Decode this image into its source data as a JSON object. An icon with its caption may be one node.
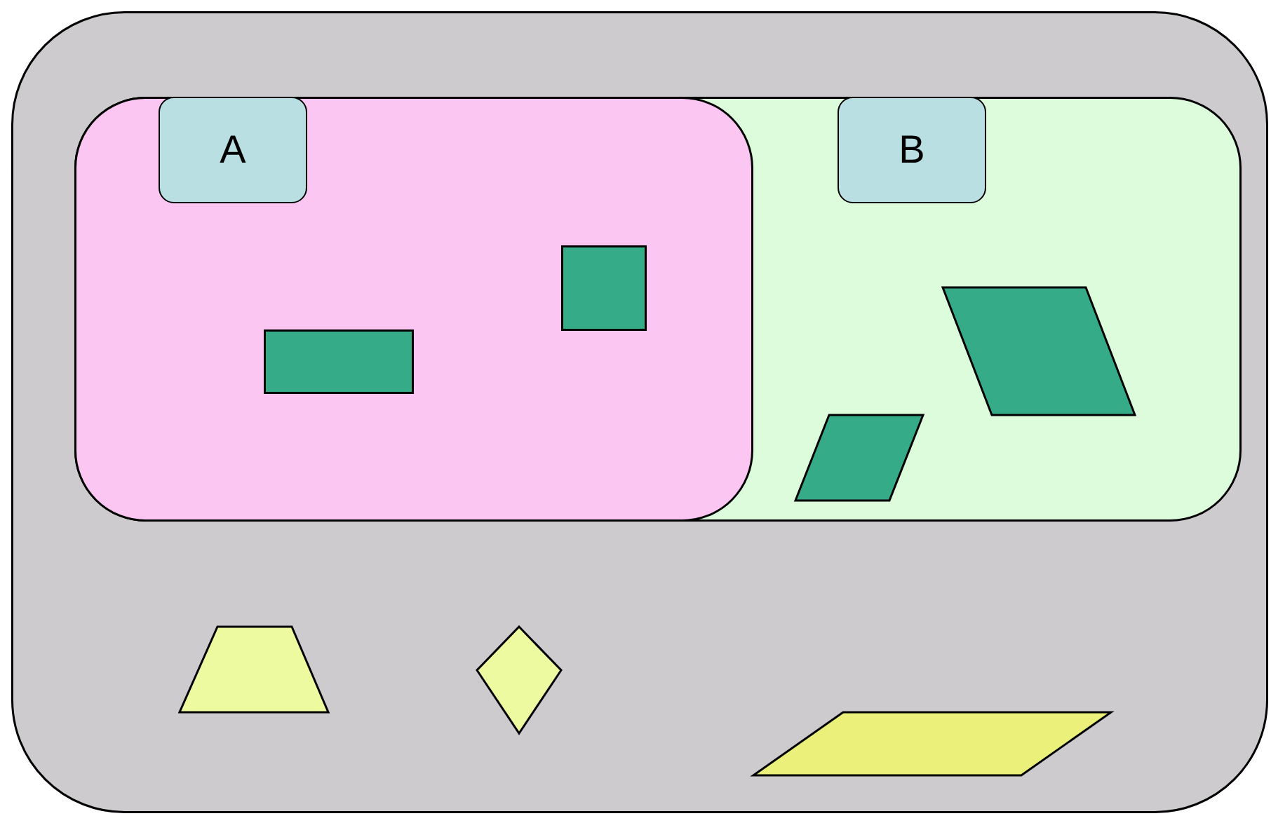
{
  "diagram": {
    "nodes": [
      {
        "text": [],
        "shape": "box"
      },
      {
        "text": [],
        "shape": "box",
        "in": 3
      },
      {
        "text": [
          "A"
        ],
        "in": 1
      },
      {
        "text": [],
        "shape": "box",
        "in": 0
      },
      {
        "text": [
          "B"
        ],
        "in": 3
      },
      {
        "text": [],
        "shape": "box",
        "in": 1
      },
      {
        "text": [],
        "shape": "box",
        "in": 1
      },
      {
        "text": [],
        "shape": "parallelogram",
        "in": 3
      },
      {
        "text": [],
        "shape": "parallelogram",
        "in": 3
      },
      {
        "text": [],
        "shape": "trapezoid",
        "in": 0
      },
      {
        "text": [],
        "shape": "diamond",
        "in": 0
      },
      {
        "text": [],
        "shape": "parallelogram",
        "in": 0
      }
    ]
  }
}
